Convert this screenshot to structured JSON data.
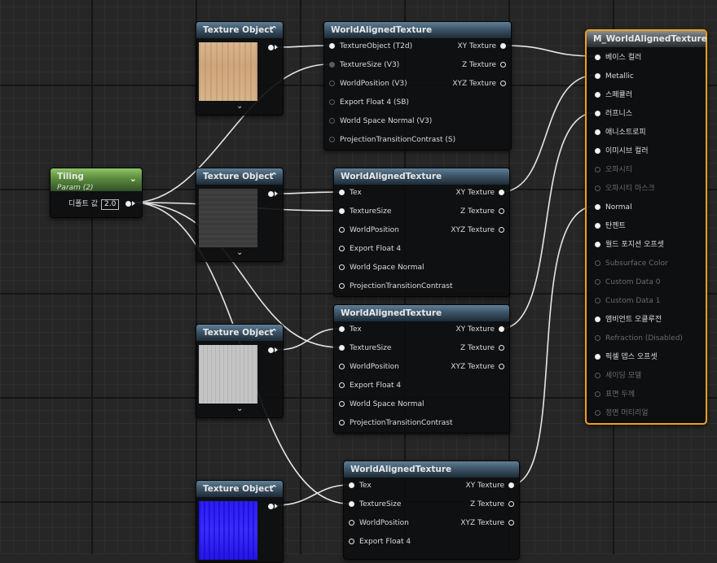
{
  "canvas": {
    "grid_color": "#262626"
  },
  "tiling_node": {
    "title": "Tiling",
    "subtitle": "Param (2)",
    "default_label": "디폴트 값",
    "default_value": "2.0",
    "header_color": "#5a8a3c"
  },
  "texture_objects": [
    {
      "title": "Texture Object",
      "texture": "wood-tan"
    },
    {
      "title": "Texture Object",
      "texture": "dark-gray"
    },
    {
      "title": "Texture Object",
      "texture": "light-gray"
    },
    {
      "title": "Texture Object",
      "texture": "normal-blue"
    }
  ],
  "wat_nodes": [
    {
      "title": "WorldAlignedTexture",
      "inputs": [
        "TextureObject (T2d)",
        "TextureSize (V3)",
        "WorldPosition (V3)",
        "Export Float 4 (SB)",
        "World Space Normal (V3)",
        "ProjectionTransitionContrast (S)"
      ],
      "outputs": [
        "XY Texture",
        "Z Texture",
        "XYZ Texture"
      ]
    },
    {
      "title": "WorldAlignedTexture",
      "inputs": [
        "Tex",
        "TextureSize",
        "WorldPosition",
        "Export Float 4",
        "World Space Normal",
        "ProjectionTransitionContrast"
      ],
      "outputs": [
        "XY Texture",
        "Z Texture",
        "XYZ Texture"
      ]
    },
    {
      "title": "WorldAlignedTexture",
      "inputs": [
        "Tex",
        "TextureSize",
        "WorldPosition",
        "Export Float 4",
        "World Space Normal",
        "ProjectionTransitionContrast"
      ],
      "outputs": [
        "XY Texture",
        "Z Texture",
        "XYZ Texture"
      ]
    },
    {
      "title": "WorldAlignedTexture",
      "inputs": [
        "Tex",
        "TextureSize",
        "WorldPosition",
        "Export Float 4"
      ],
      "outputs": [
        "XY Texture",
        "Z Texture",
        "XYZ Texture"
      ]
    }
  ],
  "material_node": {
    "title": "M_WorldAlignedTexture",
    "border_color": "#f0a020",
    "pins": [
      {
        "label": "베이스 컬러",
        "enabled": true
      },
      {
        "label": "Metallic",
        "enabled": true
      },
      {
        "label": "스페큘러",
        "enabled": true
      },
      {
        "label": "러프니스",
        "enabled": true
      },
      {
        "label": "애니소트로피",
        "enabled": true
      },
      {
        "label": "이미시브 컬러",
        "enabled": true
      },
      {
        "label": "오파시티",
        "enabled": false
      },
      {
        "label": "오파시티 마스크",
        "enabled": false
      },
      {
        "label": "Normal",
        "enabled": true
      },
      {
        "label": "탄젠트",
        "enabled": true
      },
      {
        "label": "월드 포지션 오프셋",
        "enabled": true
      },
      {
        "label": "Subsurface Color",
        "enabled": false
      },
      {
        "label": "Custom Data 0",
        "enabled": false
      },
      {
        "label": "Custom Data 1",
        "enabled": false
      },
      {
        "label": "앰비언트 오클루전",
        "enabled": true
      },
      {
        "label": "Refraction (Disabled)",
        "enabled": false
      },
      {
        "label": "픽셀 뎁스 오프셋",
        "enabled": true
      },
      {
        "label": "셰이딩 모델",
        "enabled": false
      },
      {
        "label": "표면 두께",
        "enabled": false
      },
      {
        "label": "정면 머티리얼",
        "enabled": false
      }
    ]
  }
}
